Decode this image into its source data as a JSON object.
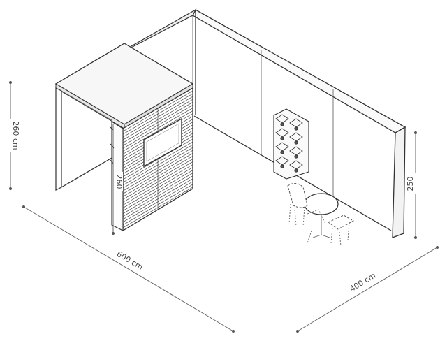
{
  "dimensions": {
    "height_left": "260 cm",
    "height_partition": "260",
    "height_right": "250",
    "length_front": "600 cm",
    "depth_side": "400 cm"
  }
}
